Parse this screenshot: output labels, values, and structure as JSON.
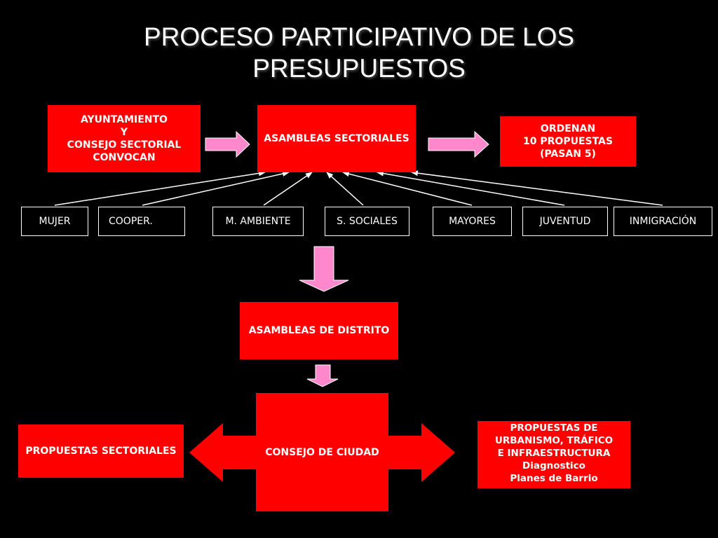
{
  "title": {
    "line1": "PROCESO PARTICIPATIVO DE LOS",
    "line2": "PRESUPUESTOS"
  },
  "top_row": {
    "convocan": [
      "AYUNTAMIENTO",
      "Y",
      "CONSEJO SECTORIAL",
      "CONVOCAN"
    ],
    "asambleas_sectoriales": "ASAMBLEAS SECTORIALES",
    "ordenan": [
      "ORDENAN",
      "10 PROPUESTAS",
      "(PASAN 5)"
    ]
  },
  "sectors": [
    "MUJER",
    "COOPER.",
    "M. AMBIENTE",
    "S. SOCIALES",
    "MAYORES",
    "JUVENTUD",
    "INMIGRACIÓN"
  ],
  "asambleas_distrito": "ASAMBLEAS DE DISTRITO",
  "consejo_ciudad": "CONSEJO DE CIUDAD",
  "propuestas_sectoriales": "PROPUESTAS SECTORIALES",
  "propuestas_urbanismo": [
    "PROPUESTAS DE",
    "URBANISMO, TRÁFICO",
    "E INFRAESTRUCTURA",
    "Diagnostico",
    "Planes de Barrio"
  ],
  "colors": {
    "box": "#ff0000",
    "background": "#000000",
    "block_arrow": "#ff88cc",
    "text": "#ffffff"
  }
}
